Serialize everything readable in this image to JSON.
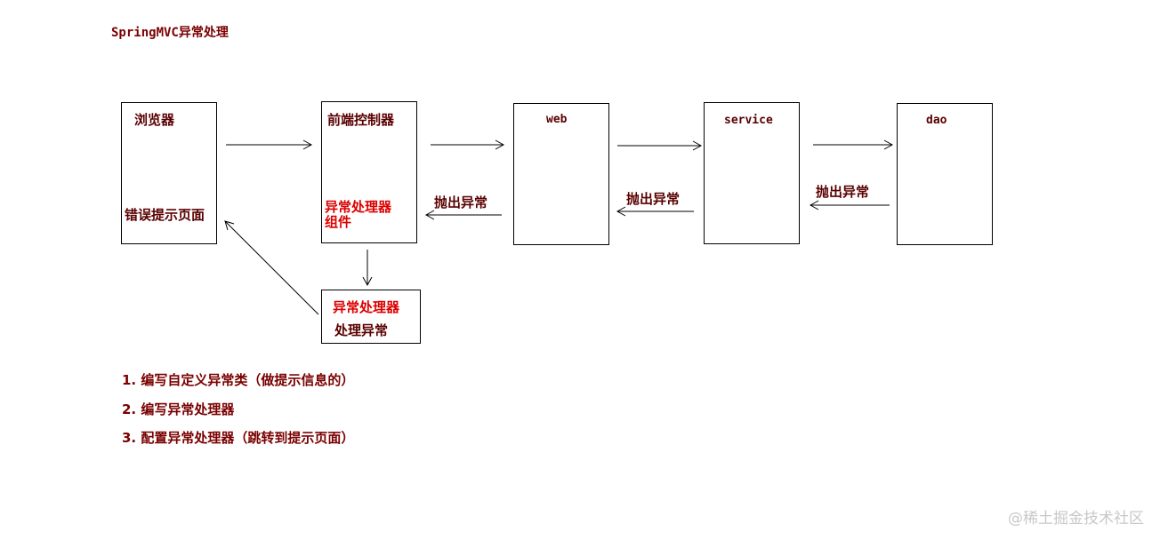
{
  "title": "SpringMVC异常处理",
  "boxes": {
    "browser": {
      "label": "浏览器",
      "sub_label": "错误提示页面"
    },
    "front_controller": {
      "label": "前端控制器",
      "sub_label_line1": "异常处理器",
      "sub_label_line2": "组件"
    },
    "web": {
      "label": "web"
    },
    "service": {
      "label": "service"
    },
    "dao": {
      "label": "dao"
    },
    "handler": {
      "line1": "异常处理器",
      "line2": "处理异常"
    }
  },
  "arrows": {
    "throw_web_to_front": "抛出异常",
    "throw_service_to_web": "抛出异常",
    "throw_dao_to_service": "抛出异常"
  },
  "steps": [
    "1. 编写自定义异常类（做提示信息的）",
    "2. 编写异常处理器",
    "3. 配置异常处理器（跳转到提示页面）"
  ],
  "watermark": "@稀土掘金技术社区"
}
